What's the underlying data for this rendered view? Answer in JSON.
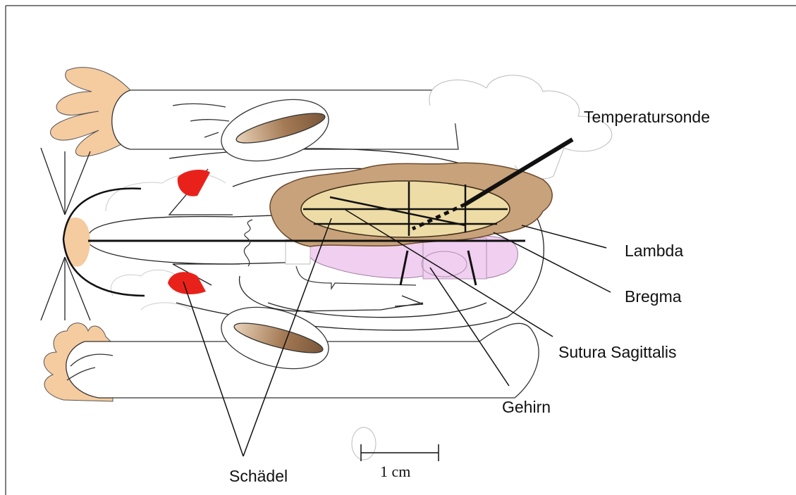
{
  "labels": {
    "probe": "Temperatursonde",
    "lambda": "Lambda",
    "bregma": "Bregma",
    "sagittal": "Sutura Sagittalis",
    "brain": "Gehirn",
    "skull": "Schädel"
  },
  "scale_bar": {
    "label": "1 cm"
  },
  "colors": {
    "skin": "#f5cba0",
    "skull_bone": "#c8a27a",
    "brain_top": "#eedca6",
    "brain_tissue": "#f0cff0",
    "eye": "#e8221b",
    "ear_inner": "#a88060"
  }
}
